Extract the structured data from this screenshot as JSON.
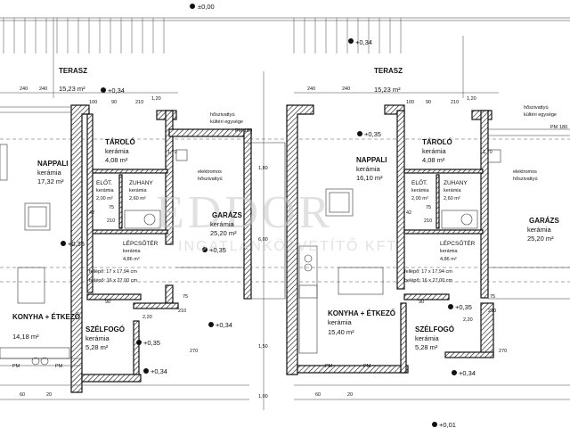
{
  "watermark": {
    "main": "EDDOR",
    "sub": "INGATLANKÖZVETÍTŐ KFT"
  },
  "levels": {
    "zero": "±0,00",
    "plus034": "+0,34",
    "plus035": "+0,35",
    "plus001": "+0,01"
  },
  "left_unit": {
    "terrace": {
      "name": "TERASZ",
      "area": "15,23 m²"
    },
    "living": {
      "name": "NAPPALI",
      "floor": "kerámia",
      "area": "17,32 m²"
    },
    "storage": {
      "name": "TÁROLÓ",
      "floor": "kerámia",
      "area": "4,08 m²"
    },
    "hall": {
      "name": "ELŐT.",
      "floor": "kerámia",
      "area": "2,00 m²"
    },
    "shower": {
      "name": "ZUHANY",
      "floor": "kerámia",
      "area": "2,60 m²"
    },
    "stair": {
      "name": "LÉPCSŐTÉR",
      "floor": "kerámia",
      "area": "4,86 m²"
    },
    "garage": {
      "name": "GARÁZS",
      "floor": "kerámia",
      "area": "25,20 m²"
    },
    "kitchen": {
      "name": "KONYHA + ÉTKEZŐ",
      "area": "14,18 m²"
    },
    "vestibule": {
      "name": "SZÉLFOGÓ",
      "floor": "kerámia",
      "area": "5,28 m²"
    }
  },
  "right_unit": {
    "terrace": {
      "name": "TERASZ",
      "area": "15,23 m²"
    },
    "living": {
      "name": "NAPPALI",
      "floor": "kerámia",
      "area": "16,10 m²"
    },
    "storage": {
      "name": "TÁROLÓ",
      "floor": "kerámia",
      "area": "4,08 m²"
    },
    "hall": {
      "name": "ELŐT.",
      "floor": "kerámia",
      "area": "2,00 m²"
    },
    "shower": {
      "name": "ZUHANY",
      "floor": "kerámia",
      "area": "2,60 m²"
    },
    "stair": {
      "name": "LÉPCSŐTÉR",
      "floor": "kerámia",
      "area": "4,86 m²"
    },
    "garage": {
      "name": "GARÁZS",
      "floor": "kerámia",
      "area": "25,20 m²"
    },
    "kitchen": {
      "name": "KONYHA + ÉTKEZŐ",
      "floor": "kerámia",
      "area": "15,40 m²"
    },
    "vestibule": {
      "name": "SZÉLFOGÓ",
      "floor": "kerámia",
      "area": "5,28 m²"
    }
  },
  "labels": {
    "heatpump_outdoor_1": "hőszivattyú",
    "heatpump_outdoor_2": "kültéri egysége",
    "electric_heatpump_1": "elektromos",
    "electric_heatpump_2": "hőszivattyú",
    "step_a": "fellépő: 17 x 17,94 cm",
    "step_b": "belépő: 16 x 27,00 cm",
    "pm": "PM",
    "pm180": "180"
  },
  "dims": {
    "d240": "240",
    "d100": "100",
    "d90": "90",
    "d120": "120",
    "d210": "210",
    "d75": "75",
    "d120b": "1,20",
    "d170": "1,70",
    "d42": "42",
    "d600": "6,00",
    "d150": "1,50",
    "d220": "2,20",
    "d270": "270",
    "d60": "60",
    "d20": "20",
    "d180": "1,80",
    "d100b": "1,00"
  }
}
